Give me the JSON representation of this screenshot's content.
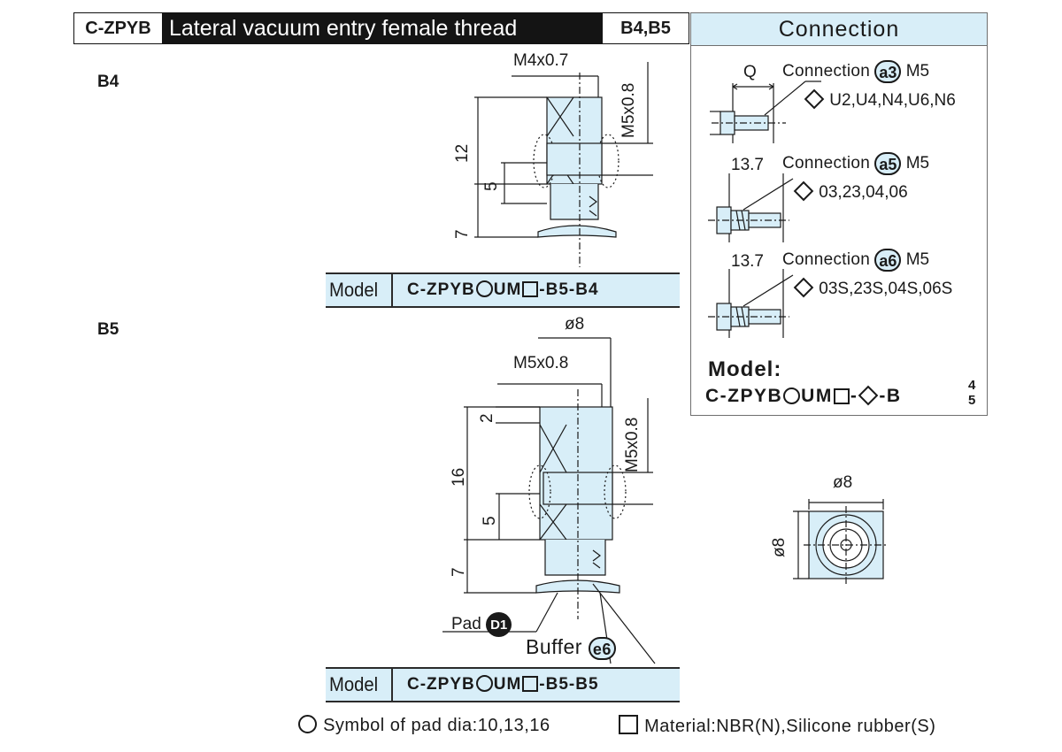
{
  "header": {
    "code": "C-ZPYB",
    "title": "Lateral vacuum entry female thread",
    "variants": "B4,B5"
  },
  "connection_panel": {
    "title": "Connection",
    "items": [
      {
        "dim": "Q",
        "label": "Connection",
        "badge": "a3",
        "thread": "M5",
        "options": "U2,U4,N4,U6,N6"
      },
      {
        "dim": "13.7",
        "label": "Connection",
        "badge": "a5",
        "thread": "M5",
        "options": "03,23,04,06"
      },
      {
        "dim": "13.7",
        "label": "Connection",
        "badge": "a6",
        "thread": "M5",
        "options": "03S,23S,04S,06S"
      }
    ],
    "model_label": "Model:",
    "model_prefix": "C-ZPYB",
    "model_um": "UM",
    "model_dash1": "-",
    "model_dash2": "-B",
    "model_sup": "4",
    "model_sub": "5"
  },
  "b4": {
    "label": "B4",
    "thread_top": "M4x0.7",
    "thread_side": "M5x0.8",
    "dim_12": "12",
    "dim_5": "5",
    "dim_7": "7",
    "model_label": "Model",
    "model_prefix": "C-ZPYB",
    "model_um": "UM",
    "model_suffix": "-B5-B4"
  },
  "b5": {
    "label": "B5",
    "dia_top": "ø8",
    "thread_top": "M5x0.8",
    "thread_side": "M5x0.8",
    "dim_2": "2",
    "dim_16": "16",
    "dim_5": "5",
    "dim_7": "7",
    "pad_label": "Pad",
    "pad_badge": "D1",
    "buffer_label": "Buffer",
    "buffer_badge": "e6",
    "model_label": "Model",
    "model_prefix": "C-ZPYB",
    "model_um": "UM",
    "model_suffix": "-B5-B5"
  },
  "top_view": {
    "dia_h": "ø8",
    "dia_v": "ø8"
  },
  "footer": {
    "pad_symbol_text": "Symbol of pad dia:",
    "pad_values": "10,13,16",
    "material_text": "Material:NBR(N),Silicone rubber(S)"
  },
  "colors": {
    "part_fill": "#d8eef8",
    "line": "#1a1a1a",
    "title_bg": "#141414"
  }
}
